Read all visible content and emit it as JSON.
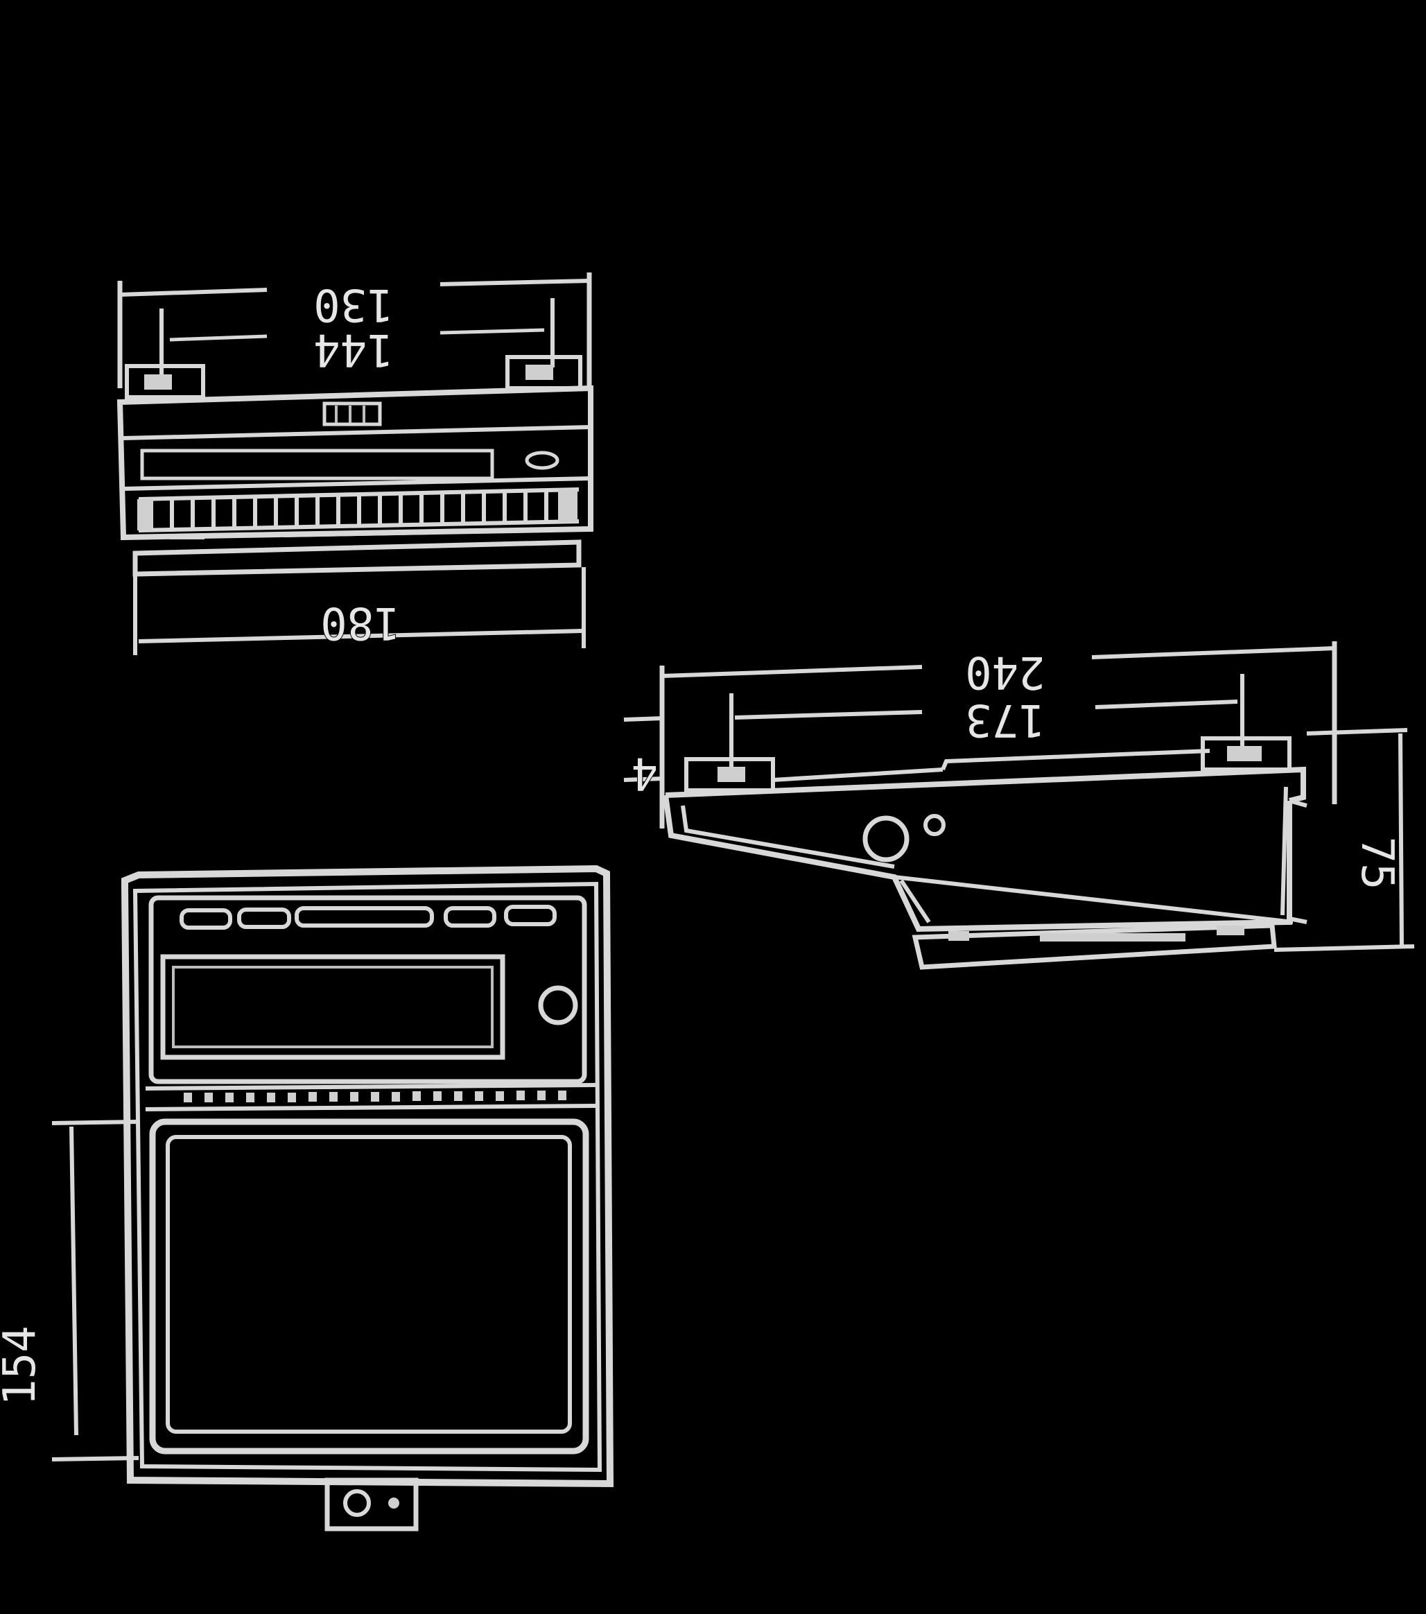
{
  "dimensions": {
    "top_view_overall_width": "130",
    "top_view_inner_width": "144",
    "top_view_depth": "180",
    "side_view_overall_length": "240",
    "side_view_inner_length": "173",
    "side_view_offset": "4",
    "side_view_height": "75",
    "front_view_height": "154"
  },
  "colors": {
    "background": "#000000",
    "line": "#d8d8d8"
  }
}
